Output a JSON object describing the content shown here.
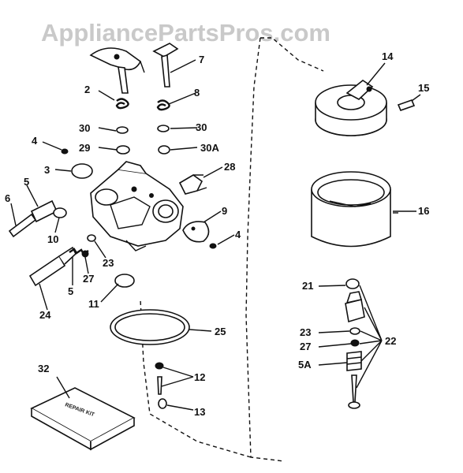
{
  "watermark": "AppliancePartsPros.com",
  "repair_kit_text": "REPAIR KIT",
  "labels": {
    "l2": "2",
    "l3": "3",
    "l4a": "4",
    "l4b": "4",
    "l5": "5",
    "l5b": "5",
    "l5A": "5A",
    "l6": "6",
    "l7": "7",
    "l8": "8",
    "l9": "9",
    "l10": "10",
    "l11": "11",
    "l12": "12",
    "l13": "13",
    "l14": "14",
    "l15": "15",
    "l16": "16",
    "l21": "21",
    "l22": "22",
    "l23a": "23",
    "l23b": "23",
    "l24": "24",
    "l25": "25",
    "l27a": "27",
    "l27b": "27",
    "l28": "28",
    "l29": "29",
    "l30a": "30",
    "l30b": "30",
    "l30A": "30A",
    "l32": "32"
  }
}
